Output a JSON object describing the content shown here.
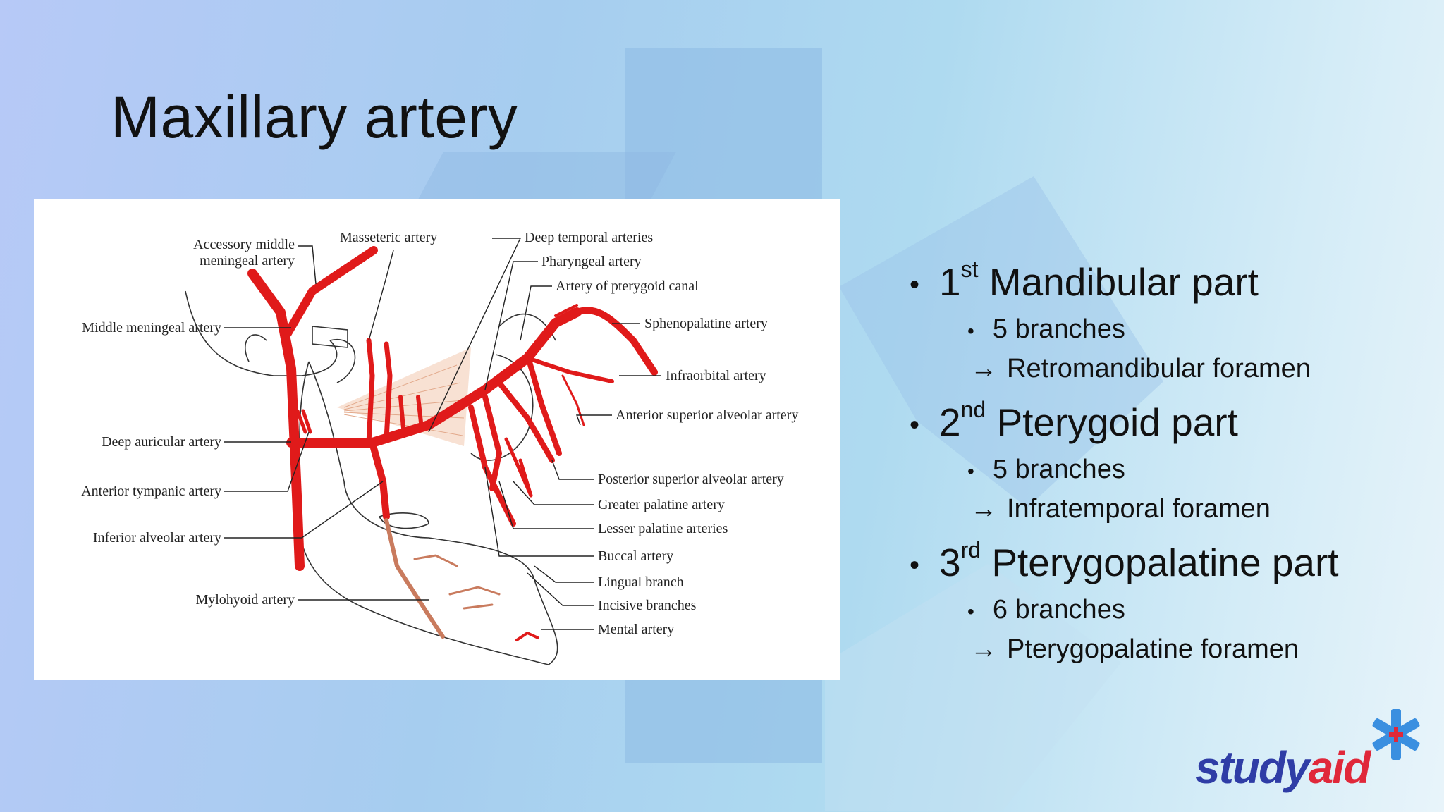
{
  "slide": {
    "title": "Maxillary artery"
  },
  "diagram": {
    "labels": {
      "accessory_middle_1": "Accessory middle",
      "accessory_middle_2": "meningeal artery",
      "masseteric": "Masseteric artery",
      "deep_temporal": "Deep temporal arteries",
      "pharyngeal": "Pharyngeal artery",
      "pterygoid_canal": "Artery of pterygoid canal",
      "middle_meningeal": "Middle meningeal artery",
      "sphenopalatine": "Sphenopalatine artery",
      "infraorbital": "Infraorbital artery",
      "anterior_superior_alveolar": "Anterior superior alveolar artery",
      "deep_auricular": "Deep auricular artery",
      "posterior_superior_alveolar": "Posterior superior alveolar artery",
      "anterior_tympanic": "Anterior tympanic artery",
      "greater_palatine": "Greater palatine artery",
      "lesser_palatine": "Lesser palatine arteries",
      "inferior_alveolar": "Inferior alveolar artery",
      "buccal": "Buccal artery",
      "lingual_branch": "Lingual branch",
      "incisive": "Incisive branches",
      "mylohyoid": "Mylohyoid artery",
      "mental": "Mental artery"
    },
    "colors": {
      "artery": "#e01a1a",
      "nerve_branch": "#c97b5e"
    }
  },
  "outline": {
    "parts": [
      {
        "num": "1",
        "suffix": "st",
        "name": "Mandibular part",
        "branches": "5 branches",
        "foramen": "Retromandibular foramen"
      },
      {
        "num": "2",
        "suffix": "nd",
        "name": "Pterygoid part",
        "branches": "5 branches",
        "foramen": "Infratemporal foramen"
      },
      {
        "num": "3",
        "suffix": "rd",
        "name": "Pterygopalatine part",
        "branches": "6 branches",
        "foramen": "Pterygopalatine foramen"
      }
    ],
    "bullet": "•",
    "arrow": "→"
  },
  "logo": {
    "text_study": "study",
    "text_aid": "aid"
  }
}
